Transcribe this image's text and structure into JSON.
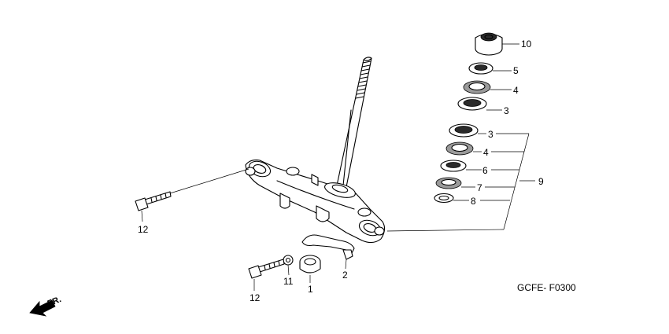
{
  "callouts": {
    "c10": "10",
    "c5": "5",
    "c4a": "4",
    "c3a": "3",
    "c3b": "3",
    "c4b": "4",
    "c6": "6",
    "c7": "7",
    "c8": "8",
    "c9": "9",
    "c12a": "12",
    "c12b": "12",
    "c11": "11",
    "c1": "1",
    "c2": "2"
  },
  "diagram_code": "GCFE- F0300",
  "direction_label": "FR."
}
